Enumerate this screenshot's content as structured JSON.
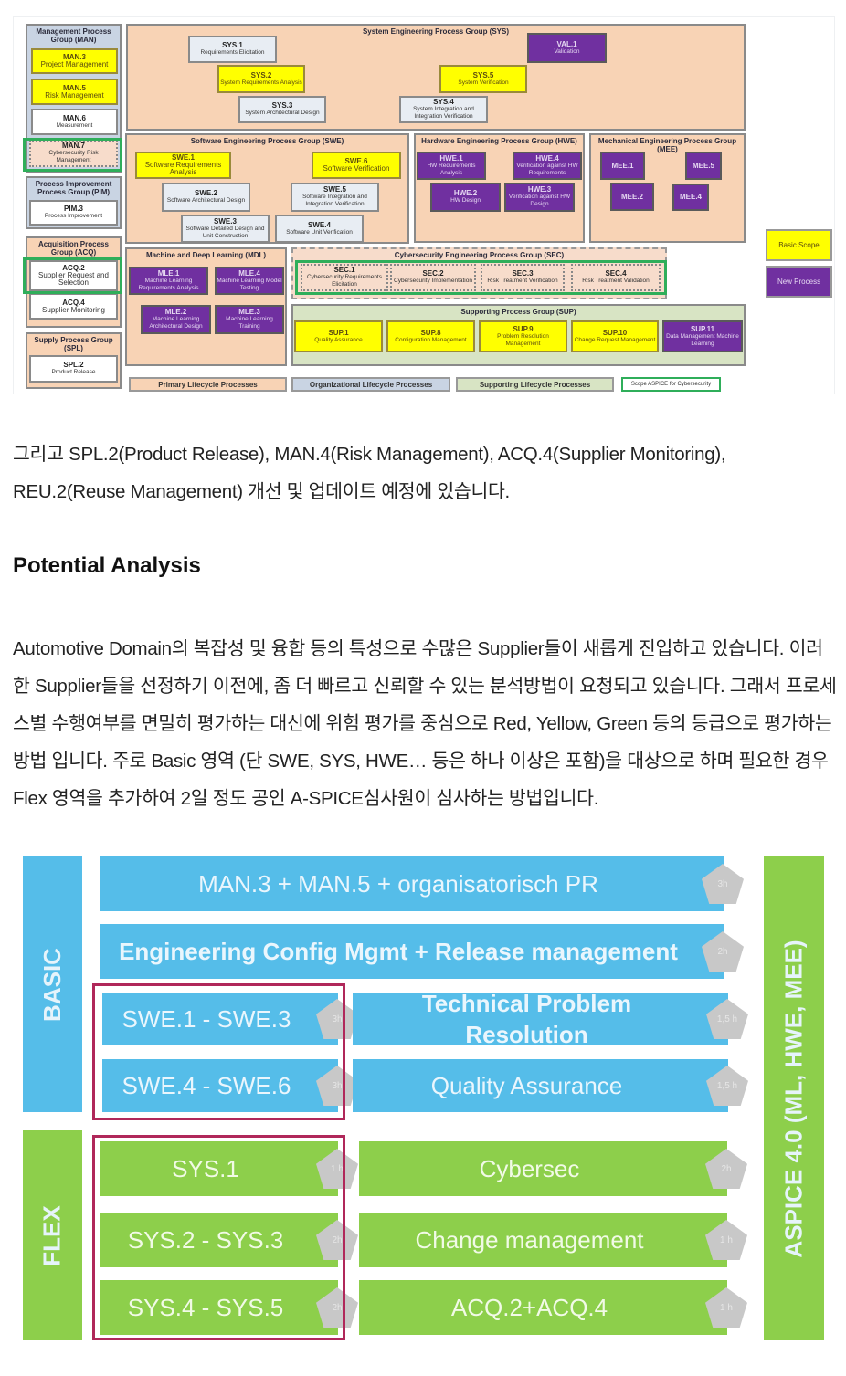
{
  "diagram1": {
    "groups": [
      {
        "id": "man",
        "title": "Management Process Group (MAN)"
      },
      {
        "id": "pim",
        "title": "Process Improvement Process Group (PIM)"
      },
      {
        "id": "acq",
        "title": "Acquisition Process Group (ACQ)"
      },
      {
        "id": "spl",
        "title": "Supply Process Group (SPL)"
      },
      {
        "id": "sys",
        "title": "System Engineering Process Group (SYS)"
      },
      {
        "id": "swe",
        "title": "Software Engineering Process Group (SWE)"
      },
      {
        "id": "hwe",
        "title": "Hardware Engineering Process Group (HWE)"
      },
      {
        "id": "mee",
        "title": "Mechanical Engineering Process Group (MEE)"
      },
      {
        "id": "mdl",
        "title": "Machine and Deep Learning (MDL)"
      },
      {
        "id": "sec",
        "title": "Cybersecurity Engineering Process Group (SEC)"
      },
      {
        "id": "sup",
        "title": "Supporting Process Group (SUP)"
      }
    ],
    "processes": [
      {
        "id": "man3",
        "code": "MAN.3",
        "name": "Project Management",
        "style": "basic big"
      },
      {
        "id": "man5",
        "code": "MAN.5",
        "name": "Risk Management",
        "style": "basic big"
      },
      {
        "id": "man6",
        "code": "MAN.6",
        "name": "Measurement",
        "style": "white"
      },
      {
        "id": "man7",
        "code": "MAN.7",
        "name": "Cybersecurity Risk Management",
        "style": "cyber"
      },
      {
        "id": "pim3",
        "code": "PIM.3",
        "name": "Process Improvement",
        "style": "white"
      },
      {
        "id": "acq2",
        "code": "ACQ.2",
        "name": "Supplier Request and Selection",
        "style": "white big"
      },
      {
        "id": "acq4",
        "code": "ACQ.4",
        "name": "Supplier Monitoring",
        "style": "white big"
      },
      {
        "id": "spl2",
        "code": "SPL.2",
        "name": "Product Release",
        "style": "white"
      },
      {
        "id": "sys1",
        "code": "SYS.1",
        "name": "Requirements Elicitation",
        "style": "normal"
      },
      {
        "id": "sys2",
        "code": "SYS.2",
        "name": "System Requirements Analysis",
        "style": "basic"
      },
      {
        "id": "sys3",
        "code": "SYS.3",
        "name": "System Architectural Design",
        "style": "normal"
      },
      {
        "id": "sys4",
        "code": "SYS.4",
        "name": "System Integration and Integration Verification",
        "style": "normal"
      },
      {
        "id": "sys5",
        "code": "SYS.5",
        "name": "System Verification",
        "style": "basic"
      },
      {
        "id": "val1",
        "code": "VAL.1",
        "name": "Validation",
        "style": "new"
      },
      {
        "id": "swe1",
        "code": "SWE.1",
        "name": "Software Requirements Analysis",
        "style": "basic big"
      },
      {
        "id": "swe6",
        "code": "SWE.6",
        "name": "Software Verification",
        "style": "basic big"
      },
      {
        "id": "swe2",
        "code": "SWE.2",
        "name": "Software Architectural Design",
        "style": "normal"
      },
      {
        "id": "swe5",
        "code": "SWE.5",
        "name": "Software Integration and Integration Verification",
        "style": "normal"
      },
      {
        "id": "swe3",
        "code": "SWE.3",
        "name": "Software Detailed Design and Unit Construction",
        "style": "normal"
      },
      {
        "id": "swe4",
        "code": "SWE.4",
        "name": "Software Unit Verification",
        "style": "normal"
      },
      {
        "id": "hwe1",
        "code": "HWE.1",
        "name": "HW Requirements Analysis",
        "style": "new"
      },
      {
        "id": "hwe4",
        "code": "HWE.4",
        "name": "Verification against HW Requirements",
        "style": "new"
      },
      {
        "id": "hwe2",
        "code": "HWE.2",
        "name": "HW Design",
        "style": "new"
      },
      {
        "id": "hwe3",
        "code": "HWE.3",
        "name": "Verification against HW Design",
        "style": "new"
      },
      {
        "id": "mee1",
        "code": "MEE.1",
        "name": "",
        "style": "new"
      },
      {
        "id": "mee5",
        "code": "MEE.5",
        "name": "",
        "style": "new"
      },
      {
        "id": "mee2",
        "code": "MEE.2",
        "name": "",
        "style": "new"
      },
      {
        "id": "mee4",
        "code": "MEE.4",
        "name": "",
        "style": "new"
      },
      {
        "id": "mle1",
        "code": "MLE.1",
        "name": "Machine Learning Requirements Analysis",
        "style": "new"
      },
      {
        "id": "mle4",
        "code": "MLE.4",
        "name": "Machine Learning Model Testing",
        "style": "new"
      },
      {
        "id": "mle2",
        "code": "MLE.2",
        "name": "Machine Learning Architectural Design",
        "style": "new"
      },
      {
        "id": "mle3",
        "code": "MLE.3",
        "name": "Machine Learning Training",
        "style": "new"
      },
      {
        "id": "sec1",
        "code": "SEC.1",
        "name": "Cybersecurity Requirements Elicitation",
        "style": "cyber"
      },
      {
        "id": "sec2",
        "code": "SEC.2",
        "name": "Cybersecurity Implementation",
        "style": "cyber"
      },
      {
        "id": "sec3",
        "code": "SEC.3",
        "name": "Risk Treatment Verification",
        "style": "cyber"
      },
      {
        "id": "sec4",
        "code": "SEC.4",
        "name": "Risk Treatment Validation",
        "style": "cyber"
      },
      {
        "id": "sup1",
        "code": "SUP.1",
        "name": "Quality Assurance",
        "style": "basic"
      },
      {
        "id": "sup8",
        "code": "SUP.8",
        "name": "Configuration Management",
        "style": "basic"
      },
      {
        "id": "sup9",
        "code": "SUP.9",
        "name": "Problem Resolution Management",
        "style": "basic"
      },
      {
        "id": "sup10",
        "code": "SUP.10",
        "name": "Change Request Management",
        "style": "basic"
      },
      {
        "id": "sup11",
        "code": "SUP.11",
        "name": "Data Management Machine Learning",
        "style": "new"
      }
    ],
    "legend": [
      {
        "id": "primary",
        "label": "Primary Lifecycle Processes",
        "color": "#f8d3b5"
      },
      {
        "id": "org",
        "label": "Organizational Lifecycle Processes",
        "color": "#c9d4e3"
      },
      {
        "id": "supporting",
        "label": "Supporting Lifecycle Processes",
        "color": "#d8e4c4"
      },
      {
        "id": "scope",
        "label": "Scope ASPICE for Cybersecurity",
        "color": "#ffffff"
      },
      {
        "id": "basic",
        "label": "Basic Scope",
        "color": "#ffff00"
      },
      {
        "id": "newp",
        "label": "New Process",
        "color": "#7030a0"
      }
    ]
  },
  "text": {
    "para1": "그리고 SPL.2(Product Release), MAN.4(Risk Management), ACQ.4(Supplier Monitoring), REU.2(Reuse Management) 개선 및 업데이트 예정에 있습니다.",
    "heading": "Potential Analysis",
    "para2": "Automotive Domain의 복잡성 및 융합 등의 특성으로 수많은 Supplier들이 새롭게 진입하고 있습니다. 이러한 Supplier들을 선정하기 이전에,  좀 더 빠르고 신뢰할 수 있는 분석방법이 요청되고 있습니다. 그래서 프로세스별 수행여부를 면밀히 평가하는 대신에  위험 평가를 중심으로 Red, Yellow,  Green 등의 등급으로 평가하는 방법 입니다. 주로 Basic 영역 (단 SWE, SYS, HWE… 등은 하나 이상은 포함)을 대상으로 하며 필요한 경우 Flex 영역을 추가하여 2일 정도 공인 A-SPICE심사원이 심사하는 방법입니다."
  },
  "diagram2": {
    "basic_label": "BASIC",
    "flex_label": "FLEX",
    "aspice_label": "ASPICE 4.0 (ML, HWE, MEE)",
    "rows": [
      {
        "id": "r1",
        "label": "MAN.3 + MAN.5 + organisatorisch PR",
        "hours": "3h",
        "color": "blue"
      },
      {
        "id": "r2",
        "label": "Engineering Config Mgmt + Release management",
        "hours": "2h",
        "color": "blue"
      },
      {
        "id": "r3",
        "label": "SWE.1 - SWE.3",
        "hours": "3h",
        "color": "blue"
      },
      {
        "id": "r4",
        "label": "SWE.4 - SWE.6",
        "hours": "3h",
        "color": "blue"
      },
      {
        "id": "r5",
        "label": "Technical Problem Resolution",
        "hours": "1,5 h",
        "color": "blue"
      },
      {
        "id": "r6",
        "label": "Quality Assurance",
        "hours": "1,5 h",
        "color": "blue"
      },
      {
        "id": "r7",
        "label": "SYS.1",
        "hours": "1 h",
        "color": "green"
      },
      {
        "id": "r8",
        "label": "SYS.2 - SYS.3",
        "hours": "2h",
        "color": "green"
      },
      {
        "id": "r9",
        "label": "SYS.4 - SYS.5",
        "hours": "2h",
        "color": "green"
      },
      {
        "id": "r10",
        "label": "Cybersec",
        "hours": "2h",
        "color": "green"
      },
      {
        "id": "r11",
        "label": "Change management",
        "hours": "1 h",
        "color": "green"
      },
      {
        "id": "r12",
        "label": "ACQ.2+ACQ.4",
        "hours": "1 h",
        "color": "green"
      }
    ]
  }
}
